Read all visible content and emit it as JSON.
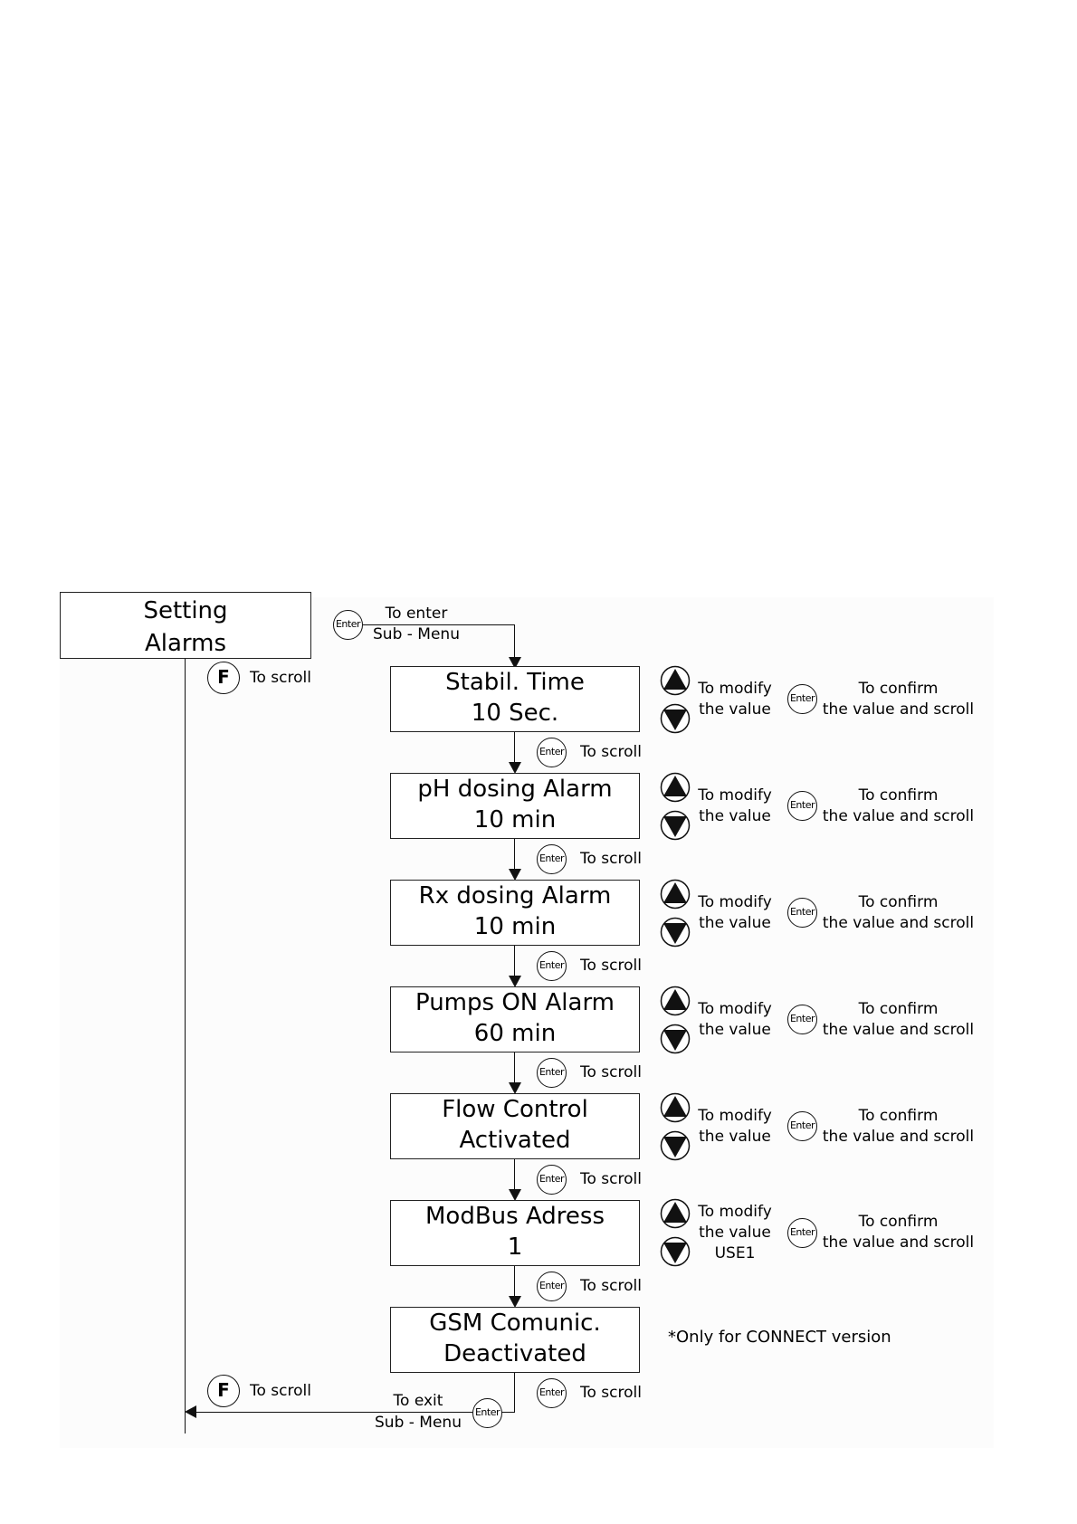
{
  "menu": {
    "title_line1": "Setting",
    "title_line2": "Alarms",
    "enter": {
      "btn": "Enter",
      "line1": "To enter",
      "line2": "Sub - Menu"
    },
    "f_scroll_top": {
      "btn": "F",
      "label": "To scroll"
    },
    "f_scroll_bottom": {
      "btn": "F",
      "label": "To scroll"
    },
    "exit": {
      "btn": "Enter",
      "line1": "To exit",
      "line2": "Sub - Menu"
    }
  },
  "steps": [
    {
      "line1": "Stabil. Time",
      "line2": "10 Sec.",
      "modify1": "To modify",
      "modify2": "the value",
      "modify3": "",
      "confirm1": "To confirm",
      "confirm2": "the value and scroll",
      "enter_btn": "Enter",
      "scroll": "To scroll"
    },
    {
      "line1": "pH dosing Alarm",
      "line2": "10 min",
      "modify1": "To modify",
      "modify2": "the value",
      "modify3": "",
      "confirm1": "To confirm",
      "confirm2": "the value and scroll",
      "enter_btn": "Enter",
      "scroll": "To scroll"
    },
    {
      "line1": "Rx dosing Alarm",
      "line2": "10 min",
      "modify1": "To modify",
      "modify2": "the value",
      "modify3": "",
      "confirm1": "To confirm",
      "confirm2": "the value and scroll",
      "enter_btn": "Enter",
      "scroll": "To scroll"
    },
    {
      "line1": "Pumps ON Alarm",
      "line2": "60 min",
      "modify1": "To modify",
      "modify2": "the value",
      "modify3": "",
      "confirm1": "To confirm",
      "confirm2": "the value and scroll",
      "enter_btn": "Enter",
      "scroll": "To scroll"
    },
    {
      "line1": "Flow Control",
      "line2": "Activated",
      "modify1": "To modify",
      "modify2": "the value",
      "modify3": "",
      "confirm1": "To confirm",
      "confirm2": "the value and scroll",
      "enter_btn": "Enter",
      "scroll": "To scroll"
    },
    {
      "line1": "ModBus Adress",
      "line2": "1",
      "modify1": "To modify",
      "modify2": "the value",
      "modify3": "USE1",
      "confirm1": "To confirm",
      "confirm2": "the value and scroll",
      "enter_btn": "Enter",
      "scroll": "To scroll"
    },
    {
      "line1": "GSM Comunic.",
      "line2": "Deactivated",
      "enter_btn": "Enter",
      "scroll": "To scroll",
      "note": "*Only for CONNECT version"
    }
  ]
}
